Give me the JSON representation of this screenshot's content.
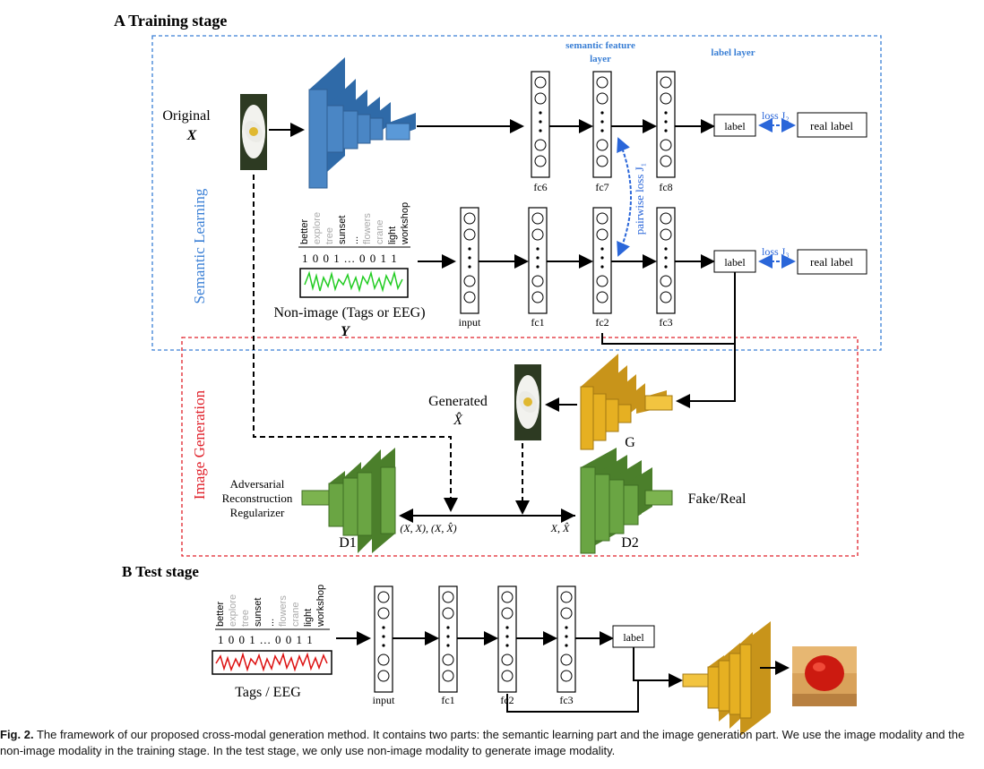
{
  "section_a": "A  Training stage",
  "section_b": "B  Test stage",
  "semantic_learning": "Semantic Learning",
  "image_generation": "Image Generation",
  "semantic_feature_layer_1": "semantic feature",
  "semantic_feature_layer_2": "layer",
  "label_layer": "label layer",
  "original": "Original",
  "original_var": "X",
  "non_image": "Non-image (Tags or EEG)",
  "non_image_var": "Y",
  "generated": "Generated",
  "generated_var": "X̂",
  "tags": [
    "better",
    "explore",
    "tree",
    "sunset",
    "...",
    "flowers",
    "crane",
    "light",
    "workshop"
  ],
  "tag_highlight": [
    true,
    false,
    false,
    true,
    true,
    false,
    false,
    true,
    true
  ],
  "bits": "1 0 0 1 ... 0 0 1 1",
  "image_layers": [
    "fc6",
    "fc7",
    "fc8"
  ],
  "nonimage_layers": [
    "input",
    "fc1",
    "fc2",
    "fc3"
  ],
  "test_layers": [
    "input",
    "fc1",
    "fc2",
    "fc3"
  ],
  "label": "label",
  "real_label": "real label",
  "loss_j2": "loss J₂",
  "loss_j3": "loss J₃",
  "pairwise_loss": "pairwise loss J₁",
  "g_label": "G",
  "d1_label": "D1",
  "d2_label": "D2",
  "adversarial_1": "Adversarial",
  "adversarial_2": "Reconstruction",
  "adversarial_3": "Regularizer",
  "fake_real": "Fake/Real",
  "d1_input": "(X, X), (X, X̂)",
  "d2_input": "X, X̂",
  "tags_eeg": "Tags / EEG",
  "caption_fig": "Fig. 2.",
  "caption_text": " The framework of our proposed cross-modal generation method. It contains two parts: the semantic learning part and the image generation part. We use the image modality and the non-image modality in the training stage. In the test stage, we only use non-image modality to generate image modality.",
  "colors": {
    "blue_box": "#3a7fd5",
    "red_box": "#e0202a",
    "cnn_blue": "#4a86c5",
    "gen_gold": "#e6b022",
    "disc_green": "#5f9a3a",
    "eeg_green": "#22cc22",
    "eeg_red": "#dd1111"
  }
}
